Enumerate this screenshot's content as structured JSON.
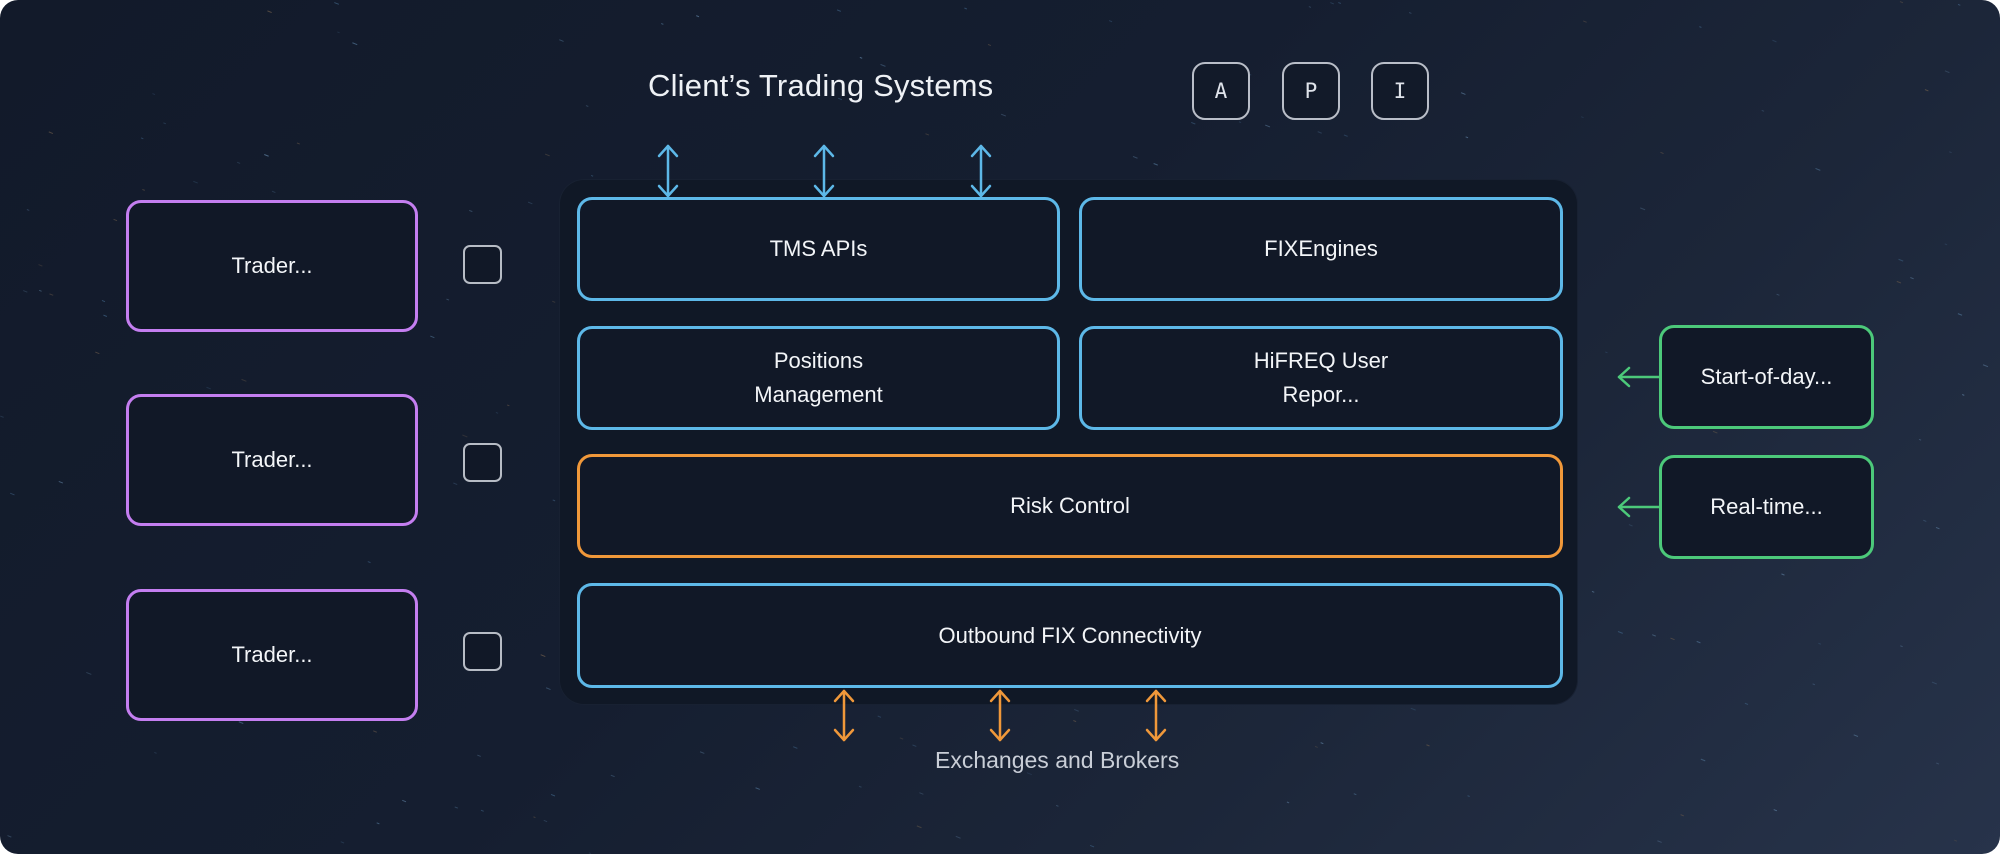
{
  "colors": {
    "core_module": "#5db8e8",
    "risk_module": "#f0983a",
    "trader": "#c47ef0",
    "data_feed": "#4cc97a",
    "neutral_key": "#b9bec8"
  },
  "header": {
    "title": "Client’s Trading Systems",
    "api_keys": [
      "A",
      "P",
      "I"
    ]
  },
  "traders": [
    {
      "label": "Trader..."
    },
    {
      "label": "Trader..."
    },
    {
      "label": "Trader..."
    }
  ],
  "modules": {
    "tms_apis": {
      "lines": [
        "TMS APIs"
      ]
    },
    "fix_engines": {
      "lines": [
        "FIXEngines"
      ]
    },
    "positions_management": {
      "lines": [
        "Positions",
        "Management"
      ]
    },
    "hifreq_user_reports": {
      "lines": [
        "HiFREQ User",
        "Repor..."
      ]
    },
    "risk_control": {
      "lines": [
        "Risk Control"
      ]
    },
    "outbound_fix": {
      "lines": [
        "Outbound FIX Connectivity"
      ]
    }
  },
  "feeds": [
    {
      "label": "Start-of-day..."
    },
    {
      "label": "Real-time..."
    }
  ],
  "footer": {
    "label": "Exchanges and Brokers"
  },
  "connectors": {
    "top_bidirectional_arrows": 3,
    "bottom_bidirectional_arrows": 3,
    "feed_arrows": 2
  }
}
